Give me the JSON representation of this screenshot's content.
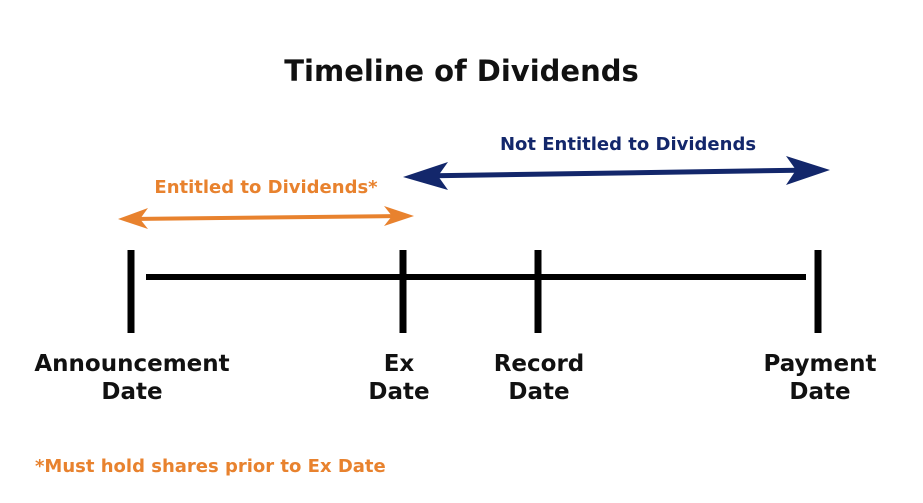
{
  "title": "Timeline of Dividends",
  "arrows": {
    "entitled": {
      "label": "Entitled to Dividends*",
      "color": "#E8822E"
    },
    "not_entitled": {
      "label": "Not Entitled to Dividends",
      "color": "#13276B"
    }
  },
  "dates": [
    {
      "line1": "Announcement",
      "line2": "Date"
    },
    {
      "line1": "Ex",
      "line2": "Date"
    },
    {
      "line1": "Record",
      "line2": "Date"
    },
    {
      "line1": "Payment",
      "line2": "Date"
    }
  ],
  "footnote": "*Must hold shares prior to Ex Date"
}
